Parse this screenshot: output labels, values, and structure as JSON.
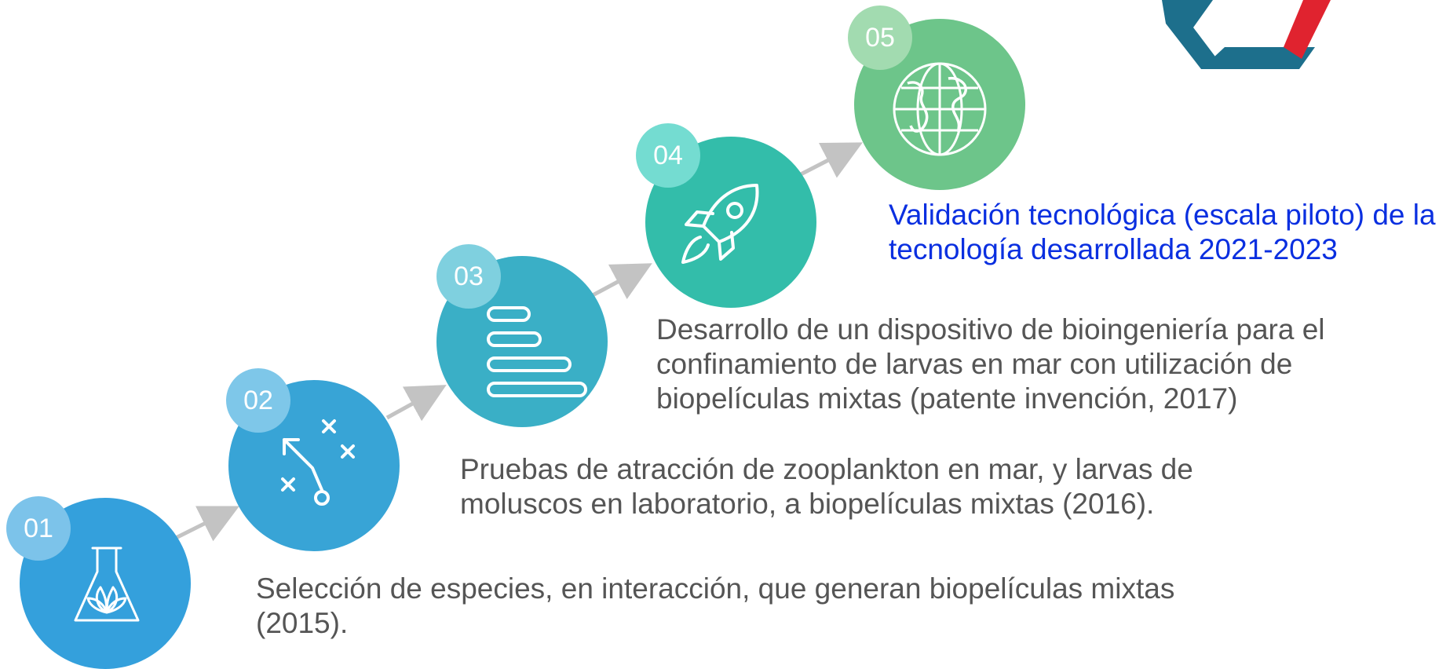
{
  "steps": [
    {
      "number": "01",
      "icon": "flask-leaf-icon",
      "color": "#34a0dc",
      "badge_color": "#7cc3ea",
      "text": "Selección de especies, en interacción, que generan biopelículas mixtas (2015)."
    },
    {
      "number": "02",
      "icon": "strategy-play-icon",
      "color": "#38a4d6",
      "badge_color": "#7ec7e9",
      "text": "Pruebas de atracción de zooplankton en mar, y larvas de moluscos en laboratorio, a biopelículas mixtas (2016)."
    },
    {
      "number": "03",
      "icon": "bar-list-icon",
      "color": "#3aafc6",
      "badge_color": "#7fd0df",
      "text": "Desarrollo de un dispositivo de bioingeniería para el confinamiento de larvas en mar con utilización de biopelículas mixtas (patente invención, 2017)"
    },
    {
      "number": "04",
      "icon": "rocket-icon",
      "color": "#33bdaa",
      "badge_color": "#74dcd1",
      "text": "Validación tecnológica (escala piloto) de la tecnología desarrollada 2021-2023"
    },
    {
      "number": "05",
      "icon": "globe-icon",
      "color": "#6dc58a",
      "badge_color": "#a2dbb0",
      "text": ""
    }
  ],
  "colors": {
    "arrow": "#c3c3c3",
    "body_text": "#555555",
    "highlight_text": "#0a2fe0",
    "logo_blue": "#1d6f8c",
    "logo_red": "#e0232f"
  }
}
